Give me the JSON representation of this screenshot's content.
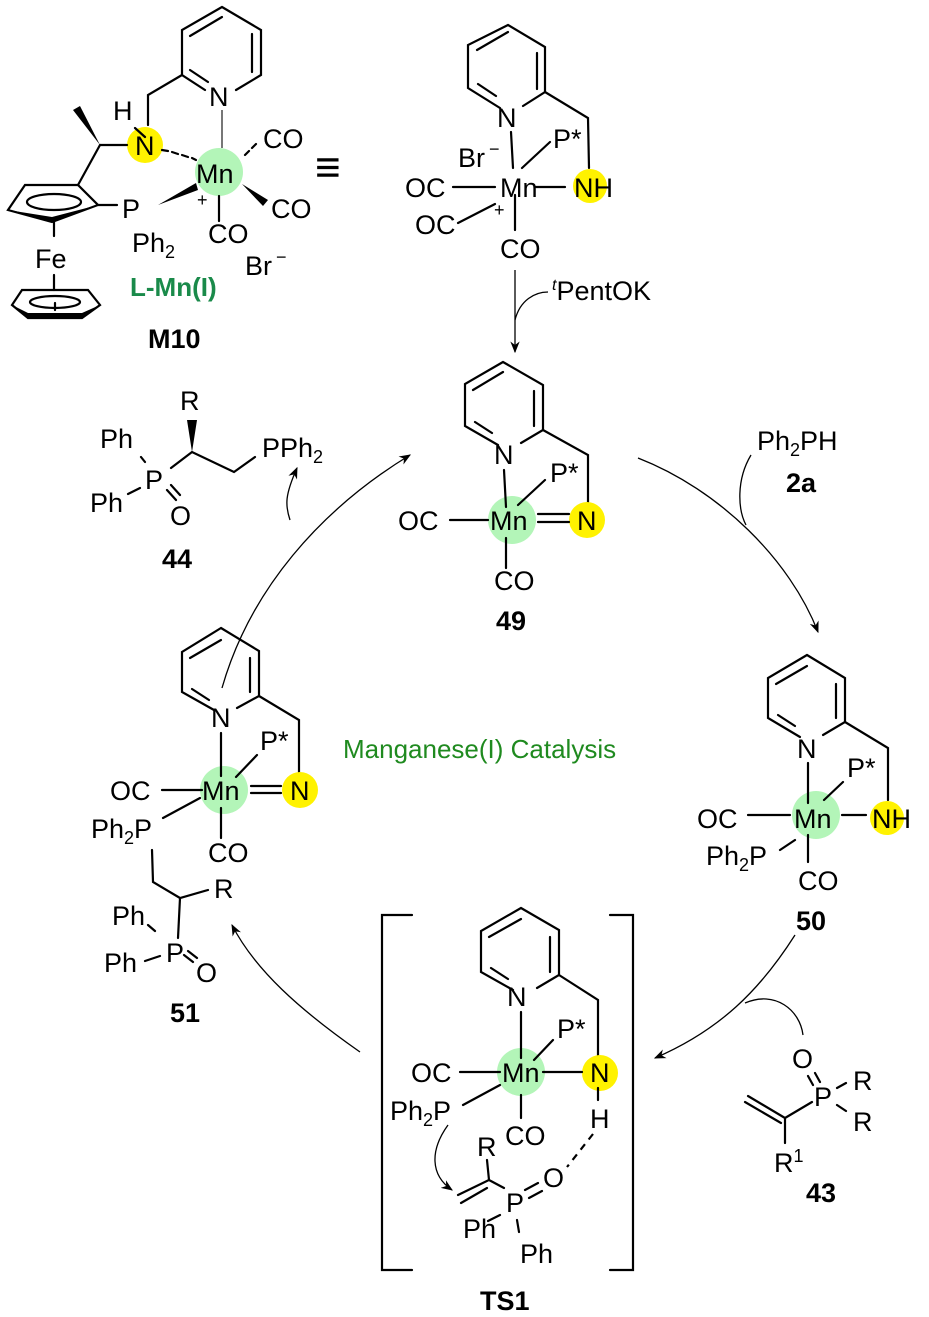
{
  "title": "Manganese(I) Catalysis",
  "colors": {
    "mn_highlight": "#b3f5b8",
    "n_highlight": "#fff200",
    "catalysis_label": "#1f8a1f",
    "ligand_label": "#1a8a4a"
  },
  "precatalyst": {
    "label": "M10",
    "ligand_label": "L-Mn(I)",
    "atoms": {
      "H": "H",
      "N": "N",
      "Npy": "N",
      "Mn": "Mn",
      "P": "P",
      "Ph": "Ph",
      "sub2": "2",
      "Fe": "Fe",
      "CO1": "CO",
      "CO2": "CO",
      "CO3": "CO",
      "Br": "Br",
      "minus": "−",
      "plus": "+"
    }
  },
  "equivalence_symbol": "≡",
  "precatalyst_simplified": {
    "atoms": {
      "N": "N",
      "Br": "Br",
      "minus": "−",
      "P": "P*",
      "OC1": "OC",
      "Mn": "Mn",
      "NH": "NH",
      "OC2": "OC",
      "plus": "+",
      "CO": "CO"
    }
  },
  "base_reagent": {
    "prefix": "t",
    "name": "PentOK"
  },
  "intermediates": [
    {
      "id": "49",
      "label": "49",
      "atoms": {
        "N": "N",
        "P": "P*",
        "OC": "OC",
        "Mn": "Mn",
        "Nim": "N",
        "CO": "CO"
      }
    },
    {
      "id": "50",
      "label": "50",
      "atoms": {
        "N": "N",
        "P": "P*",
        "OC": "OC",
        "Mn": "Mn",
        "NH": "NH",
        "Ph": "Ph",
        "sub2": "2",
        "P2": "P",
        "CO": "CO"
      }
    },
    {
      "id": "TS1",
      "label": "TS1",
      "atoms": {
        "N": "N",
        "P": "P*",
        "OC": "OC",
        "Mn": "Mn",
        "Nam": "N",
        "H": "H",
        "Ph": "Ph",
        "sub2": "2",
        "P2": "P",
        "CO": "CO",
        "R": "R",
        "O": "O",
        "Pv": "P",
        "Ph1": "Ph",
        "Ph2": "Ph"
      }
    },
    {
      "id": "51",
      "label": "51",
      "atoms": {
        "N": "N",
        "P": "P*",
        "OC": "OC",
        "Mn": "Mn",
        "Nim": "N",
        "Ph": "Ph",
        "sub2": "2",
        "P2": "P",
        "CO": "CO",
        "R": "R",
        "Ph1": "Ph",
        "Ph2": "Ph",
        "Pv": "P",
        "O": "O"
      }
    }
  ],
  "reagents": [
    {
      "id": "2a",
      "label": "2a",
      "formula_parts": [
        "Ph",
        "2",
        "PH"
      ]
    },
    {
      "id": "43",
      "label": "43",
      "atoms": {
        "O": "O",
        "P": "P",
        "R1": "R",
        "R2": "R",
        "Rsub": "R",
        "sup1": "1"
      }
    }
  ],
  "product": {
    "id": "44",
    "label": "44",
    "atoms": {
      "R": "R",
      "Ph1": "Ph",
      "Ph2": "Ph",
      "P": "P",
      "O": "O",
      "PPh": "PPh",
      "sub2": "2"
    }
  }
}
